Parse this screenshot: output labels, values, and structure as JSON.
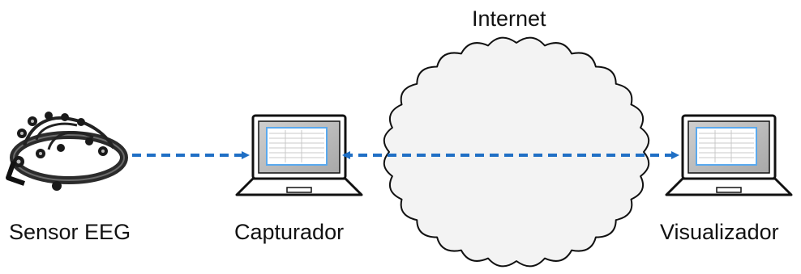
{
  "labels": {
    "internet": "Internet",
    "sensor": "Sensor EEG",
    "capturer": "Capturador",
    "viewer": "Visualizador"
  },
  "colors": {
    "arrow": "#1f6fc5",
    "stroke": "#111111",
    "cloud_fill": "#f3f3f3",
    "screen_fill": "#b9b9b9",
    "window_fill": "#ffffff",
    "window_border": "#5aa9ee"
  },
  "icons": {
    "sensor": "eeg-headset-icon",
    "capturer": "laptop-icon",
    "viewer": "laptop-icon",
    "network": "cloud-icon"
  },
  "connections": [
    {
      "from": "sensor",
      "to": "capturer",
      "style": "dashed",
      "direction": "one-way"
    },
    {
      "from": "capturer",
      "to": "viewer",
      "style": "dashed",
      "direction": "two-way",
      "via": "internet"
    }
  ]
}
